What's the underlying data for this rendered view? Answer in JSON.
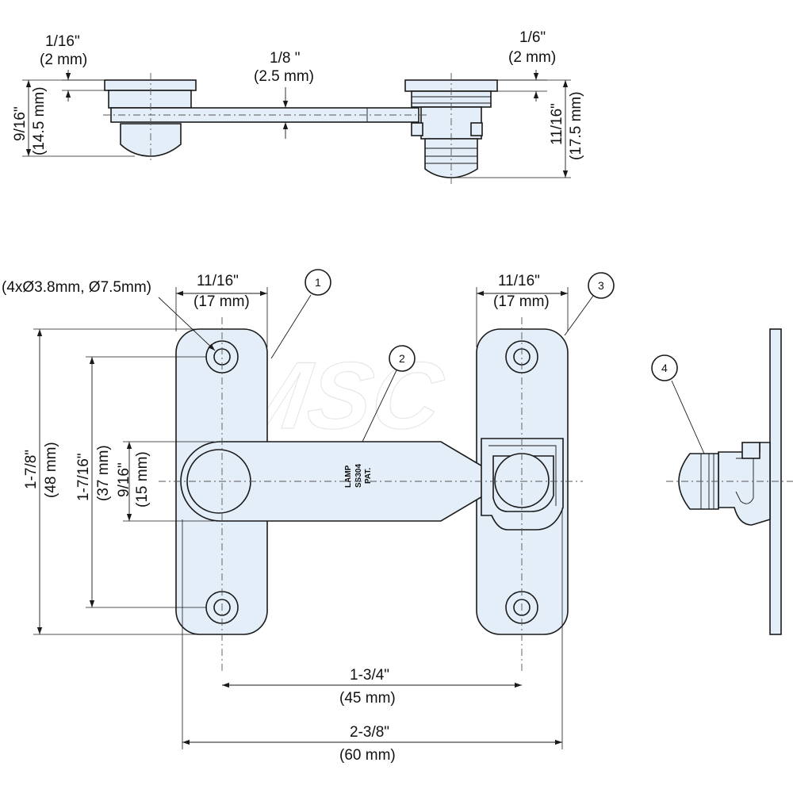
{
  "colors": {
    "part_fill": "#e4eef9",
    "line": "#1a1a1a"
  },
  "watermark": {
    "text": "MSC"
  },
  "part_marking": {
    "brand": "LAMP",
    "code": "SS304",
    "pat": "PAT."
  },
  "top_view": {
    "left_flange": {
      "inch": "1/16\"",
      "mm": "(2 mm)"
    },
    "bar_thickness": {
      "inch": "1/8  \"",
      "mm": "(2.5 mm)"
    },
    "right_flange": {
      "inch": "1/6\"",
      "mm": "(2 mm)"
    },
    "left_height": {
      "inch": "9/16\"",
      "mm": "(14.5 mm)"
    },
    "right_height": {
      "inch": "11/16\"",
      "mm": "(17.5 mm)"
    }
  },
  "front_view": {
    "holes": {
      "text": "(4xØ3.8mm, Ø7.5mm)"
    },
    "left_width": {
      "inch": "11/16\"",
      "mm": "(17 mm)"
    },
    "right_width": {
      "inch": "11/16\"",
      "mm": "(17 mm)"
    },
    "total_height": {
      "inch": "1-7/8\"",
      "mm": "(48 mm)"
    },
    "hole_spacing": {
      "inch": "1-7/16\"",
      "mm": "(37 mm)"
    },
    "arm_width": {
      "inch": "9/16\"",
      "mm": "(15 mm)"
    },
    "center_distance": {
      "inch": "1-3/4\"",
      "mm": "(45 mm)"
    },
    "overall_width": {
      "inch": "2-3/8\"",
      "mm": "(60 mm)"
    }
  },
  "callouts": [
    "1",
    "2",
    "3",
    "4"
  ]
}
